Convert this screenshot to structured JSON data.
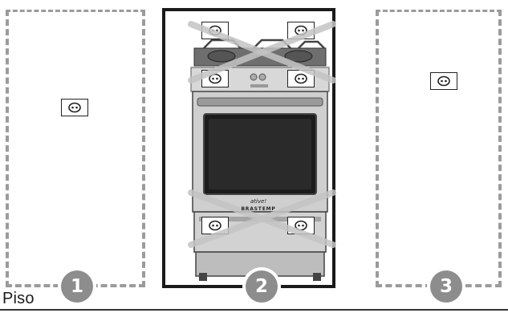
{
  "floor_label": "Piso",
  "zones": [
    {
      "number": "1"
    },
    {
      "number": "2"
    },
    {
      "number": "3"
    }
  ],
  "appliance": {
    "badge_text": "ative!",
    "brand_text": "BRASTEMP"
  },
  "colors": {
    "dashed_border": "#9b9b9b",
    "solid_border": "#1a1a1a",
    "badge": "#8d8d8d",
    "cross": "#c4c4c4"
  }
}
